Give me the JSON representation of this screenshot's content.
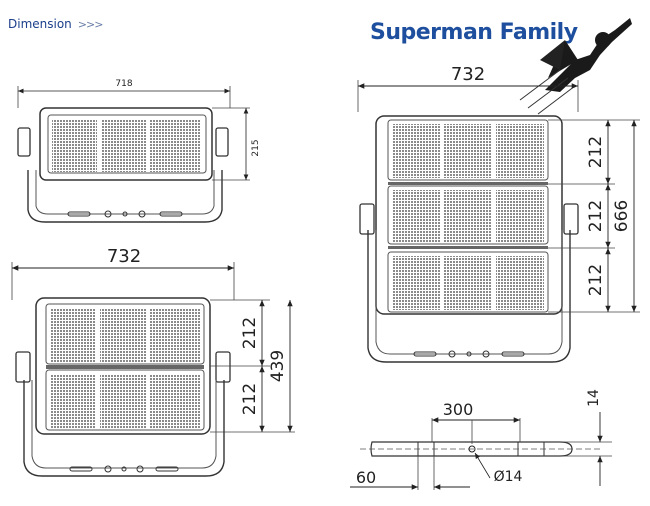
{
  "header": {
    "label": "Dimension",
    "arrows": ">>>"
  },
  "brand": {
    "name": "Superman Family",
    "logo_icon": "superhero-flying-icon"
  },
  "views": {
    "single_module": {
      "width": "718",
      "height": "215"
    },
    "double_module": {
      "width": "732",
      "module_height_top": "212",
      "module_height_bottom": "212",
      "total_height": "439"
    },
    "triple_module": {
      "width": "732",
      "module_height_1": "212",
      "module_height_2": "212",
      "module_height_3": "212",
      "total_height": "666"
    },
    "bracket_detail": {
      "hole_spacing": "300",
      "edge_offset": "60",
      "hole_diameter": "Ø14",
      "thickness": "14"
    }
  },
  "colors": {
    "brand": "#1e4f9e",
    "line": "#333333"
  }
}
